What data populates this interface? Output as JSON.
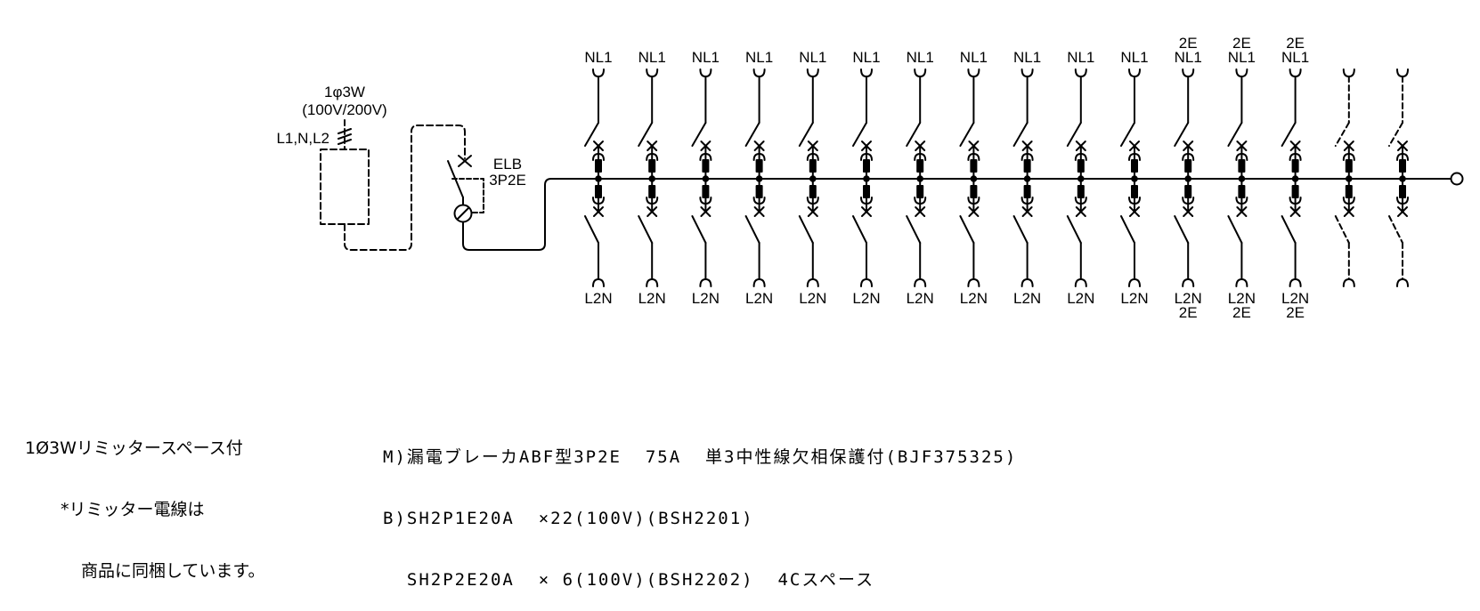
{
  "supply": {
    "phase": "1φ3W",
    "voltage": "(100V/200V)",
    "lines": "L1,N,L2"
  },
  "main_breaker": {
    "type": "ELB",
    "poles": "3P2E"
  },
  "circuits": [
    {
      "top": [
        "NL1"
      ],
      "bottom": [
        "L2N"
      ],
      "spare": false
    },
    {
      "top": [
        "NL1"
      ],
      "bottom": [
        "L2N"
      ],
      "spare": false
    },
    {
      "top": [
        "NL1"
      ],
      "bottom": [
        "L2N"
      ],
      "spare": false
    },
    {
      "top": [
        "NL1"
      ],
      "bottom": [
        "L2N"
      ],
      "spare": false
    },
    {
      "top": [
        "NL1"
      ],
      "bottom": [
        "L2N"
      ],
      "spare": false
    },
    {
      "top": [
        "NL1"
      ],
      "bottom": [
        "L2N"
      ],
      "spare": false
    },
    {
      "top": [
        "NL1"
      ],
      "bottom": [
        "L2N"
      ],
      "spare": false
    },
    {
      "top": [
        "NL1"
      ],
      "bottom": [
        "L2N"
      ],
      "spare": false
    },
    {
      "top": [
        "NL1"
      ],
      "bottom": [
        "L2N"
      ],
      "spare": false
    },
    {
      "top": [
        "NL1"
      ],
      "bottom": [
        "L2N"
      ],
      "spare": false
    },
    {
      "top": [
        "NL1"
      ],
      "bottom": [
        "L2N"
      ],
      "spare": false
    },
    {
      "top": [
        "2E",
        "NL1"
      ],
      "bottom": [
        "L2N",
        "2E"
      ],
      "spare": false
    },
    {
      "top": [
        "2E",
        "NL1"
      ],
      "bottom": [
        "L2N",
        "2E"
      ],
      "spare": false
    },
    {
      "top": [
        "2E",
        "NL1"
      ],
      "bottom": [
        "L2N",
        "2E"
      ],
      "spare": false
    },
    {
      "top": [],
      "bottom": [],
      "spare": true
    },
    {
      "top": [],
      "bottom": [],
      "spare": true
    }
  ],
  "notes": {
    "line1": "1Ø3Wリミッタースペース付",
    "line2": "*リミッター電線は",
    "line3": "商品に同梱しています。"
  },
  "parts": {
    "line1": "M)漏電ブレーカABF型3P2E  75A  単3中性線欠相保護付(BJF375325)",
    "line2": "B)SH2P1E20A  ×22(100V)(BSH2201)",
    "line3": "  SH2P2E20A  × 6(100V)(BSH2202)  4Cスペース"
  },
  "colors": {
    "ink": "#000000",
    "background": "#ffffff"
  }
}
